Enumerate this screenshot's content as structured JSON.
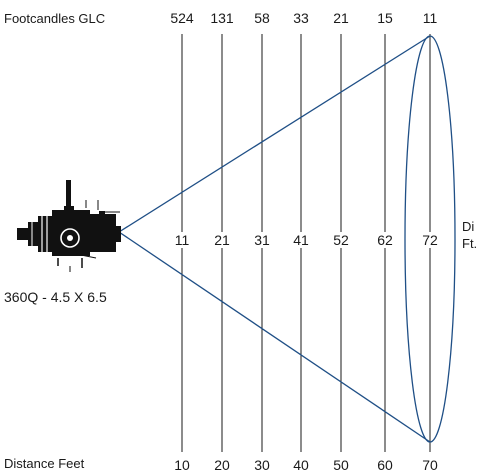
{
  "labels": {
    "footcandles": "Footcandles GLC",
    "distance": "Distance Feet",
    "model": "360Q - 4.5 X 6.5",
    "diameter_line1": "Di",
    "diameter_line2": "Ft."
  },
  "chart_data": {
    "type": "table",
    "columns": [
      {
        "footcandles": "524",
        "diameter": "11",
        "distance": "10"
      },
      {
        "footcandles": "131",
        "diameter": "21",
        "distance": "20"
      },
      {
        "footcandles": "58",
        "diameter": "31",
        "distance": "30"
      },
      {
        "footcandles": "33",
        "diameter": "41",
        "distance": "40"
      },
      {
        "footcandles": "21",
        "diameter": "52",
        "distance": "50"
      },
      {
        "footcandles": "15",
        "diameter": "62",
        "distance": "60"
      },
      {
        "footcandles": "11",
        "diameter": "72",
        "distance": "70"
      }
    ]
  },
  "colors": {
    "beam": "#1f4f86",
    "guide": "#1a1a1a",
    "text": "#1a1a1a"
  },
  "icons": {
    "fixture": "ellipsoidal-spotlight-icon"
  }
}
